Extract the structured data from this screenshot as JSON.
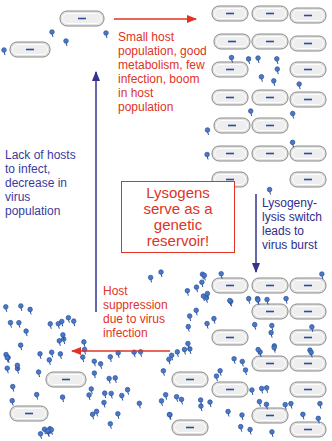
{
  "diagram": {
    "nodes": [
      {
        "text": [
          "Lysogens serve as a genetic reservoir!"
        ]
      }
    ],
    "labels": [
      "Small host population, good metabolism, few infection, boom in host population",
      "Lack of hosts to infect, decrease in virus population",
      "Lysogeny-lysis switch leads to virus burst",
      "Host suppression due to virus infection"
    ]
  }
}
